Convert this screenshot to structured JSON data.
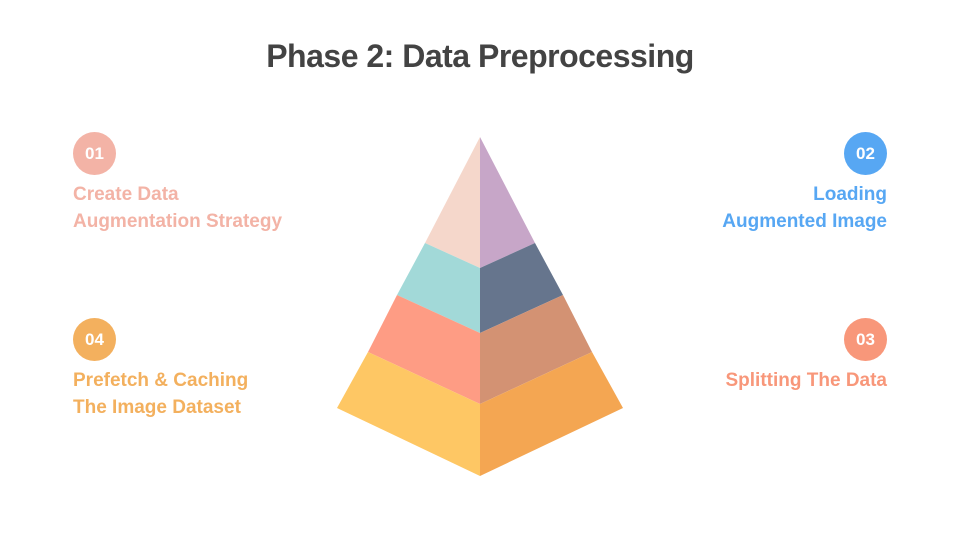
{
  "title": "Phase 2: Data Preprocessing",
  "steps": [
    {
      "number": "01",
      "line1": "Create Data",
      "line2": "Augmentation Strategy",
      "color": "#f3b3a6"
    },
    {
      "number": "02",
      "line1": "Loading",
      "line2": "Augmented Image",
      "color": "#57a7f3"
    },
    {
      "number": "03",
      "line1": "Splitting The Data",
      "line2": "",
      "color": "#f8977a"
    },
    {
      "number": "04",
      "line1": "Prefetch & Caching",
      "line2": "The Image Dataset",
      "color": "#f3b05e"
    }
  ],
  "pyramid": {
    "levels": [
      {
        "left_color": "#f5d7cb",
        "right_color": "#c7a6c8"
      },
      {
        "left_color": "#a2d9d8",
        "right_color": "#66758d"
      },
      {
        "left_color": "#fe9c84",
        "right_color": "#d39273"
      },
      {
        "left_color": "#fec764",
        "right_color": "#f4a652"
      }
    ]
  }
}
